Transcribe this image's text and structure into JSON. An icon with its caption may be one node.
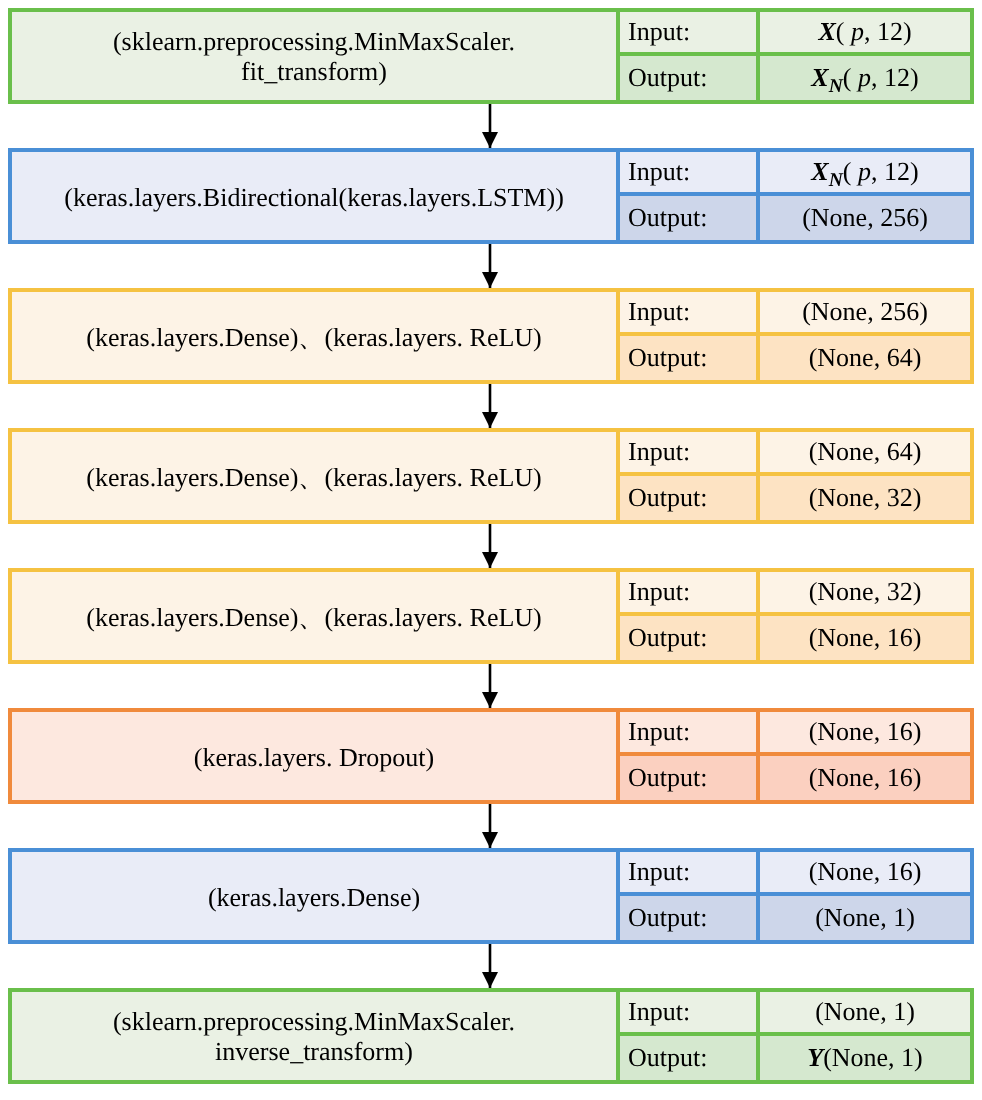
{
  "diagram": {
    "nodes": [
      {
        "text": [
          "(sklearn.preprocessing.MinMaxScaler. fit_transform)",
          "Input:",
          "**X**( *p*, 12)",
          "Output:",
          "**X**$_{N}$( *p*, 12)"
        ]
      },
      {
        "text": [
          "(keras.layers.Bidirectional(keras.layers.LSTM))",
          "Input:",
          "**X**$_{N}$( *p*, 12)",
          "Output:",
          "(None, 256)"
        ]
      },
      {
        "text": [
          "(keras.layers.Dense)、(keras.layers. ReLU)",
          "Input:",
          "(None, 256)",
          "Output:",
          "(None, 64)"
        ]
      },
      {
        "text": [
          "(keras.layers.Dense)、(keras.layers. ReLU)",
          "Input:",
          "(None, 64)",
          "Output:",
          "(None, 32)"
        ]
      },
      {
        "text": [
          "(keras.layers.Dense)、(keras.layers. ReLU)",
          "Input:",
          "(None, 32)",
          "Output:",
          "(None, 16)"
        ]
      },
      {
        "text": [
          "(keras.layers. Dropout)",
          "Input:",
          "(None, 16)",
          "Output:",
          "(None, 16)"
        ]
      },
      {
        "text": [
          "(keras.layers.Dense)",
          "Input:",
          "(None, 16)",
          "Output:",
          "(None, 1)"
        ]
      },
      {
        "text": [
          "(sklearn.preprocessing.MinMaxScaler. inverse_transform)",
          "Input:",
          "(None, 1)",
          "Output:",
          "**Y**(None, 1)"
        ]
      }
    ],
    "edges": [
      {
        "from": 0,
        "to": 1,
        "arrow": "to"
      },
      {
        "from": 1,
        "to": 2,
        "arrow": "to"
      },
      {
        "from": 2,
        "to": 3,
        "arrow": "to"
      },
      {
        "from": 3,
        "to": 4,
        "arrow": "to"
      },
      {
        "from": 4,
        "to": 5,
        "arrow": "to"
      },
      {
        "from": 5,
        "to": 6,
        "arrow": "to"
      },
      {
        "from": 6,
        "to": 7,
        "arrow": "to"
      }
    ]
  }
}
